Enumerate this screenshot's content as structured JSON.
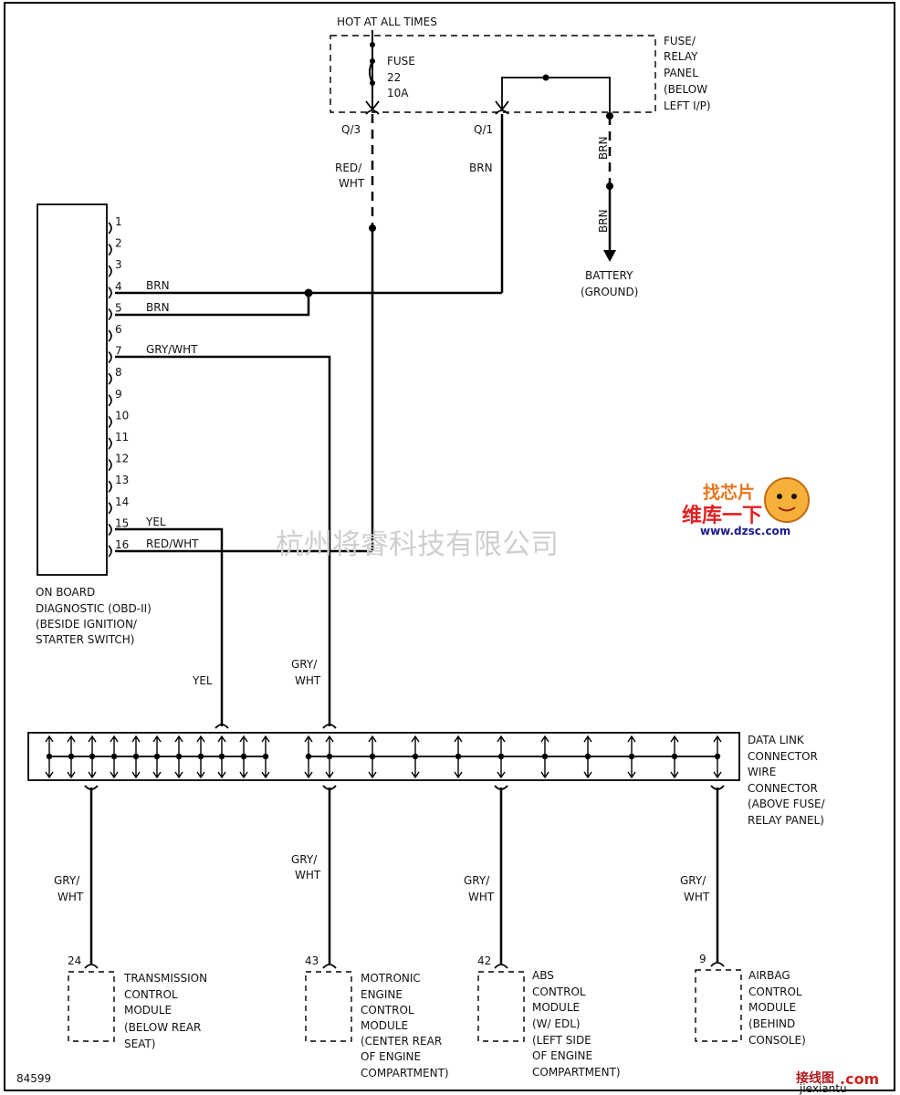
{
  "header": {
    "hot_label": "HOT AT ALL TIMES",
    "fuse_panel": [
      "FUSE/",
      "RELAY",
      "PANEL",
      "(BELOW",
      "LEFT I/P)"
    ],
    "fuse": [
      "FUSE",
      "22",
      "10A"
    ],
    "pin_q3": "Q/3",
    "pin_q1": "Q/1",
    "wire_red_wht": [
      "RED/",
      "WHT"
    ],
    "wire_brn": "BRN",
    "brn_vertical_top": "BRN",
    "brn_vertical_bottom": "BRN",
    "battery": [
      "BATTERY",
      "(GROUND)"
    ]
  },
  "obd": {
    "pins": [
      "1",
      "2",
      "3",
      "4",
      "5",
      "6",
      "7",
      "8",
      "9",
      "10",
      "11",
      "12",
      "13",
      "14",
      "15",
      "16"
    ],
    "pin_wire_labels": {
      "4": "BRN",
      "5": "BRN",
      "7": "GRY/WHT",
      "15": "YEL",
      "16": "RED/WHT"
    },
    "caption": [
      "ON BOARD",
      "DIAGNOSTIC (OBD-II)",
      "(BESIDE IGNITION/",
      "STARTER SWITCH)"
    ]
  },
  "mid_wires": {
    "yel": "YEL",
    "gry_wht": [
      "GRY/",
      "WHT"
    ]
  },
  "connector": {
    "caption": [
      "DATA LINK",
      "CONNECTOR",
      "WIRE",
      "CONNECTOR",
      "(ABOVE FUSE/",
      "RELAY PANEL)"
    ]
  },
  "modules": [
    {
      "pin": "24",
      "wire": [
        "GRY/",
        "WHT"
      ],
      "label": [
        "TRANSMISSION",
        "CONTROL",
        "MODULE",
        "(BELOW REAR",
        "SEAT)"
      ]
    },
    {
      "pin": "43",
      "wire": [
        "GRY/",
        "WHT"
      ],
      "label": [
        "MOTRONIC",
        "ENGINE",
        "CONTROL",
        "MODULE",
        "(CENTER REAR",
        "OF ENGINE",
        "COMPARTMENT)"
      ]
    },
    {
      "pin": "42",
      "wire": [
        "GRY/",
        "WHT"
      ],
      "label": [
        "ABS",
        "CONTROL",
        "MODULE",
        "(W/ EDL)",
        "(LEFT SIDE",
        "OF ENGINE",
        "COMPARTMENT)"
      ]
    },
    {
      "pin": "9",
      "wire": [
        "GRY/",
        "WHT"
      ],
      "label": [
        "AIRBAG",
        "CONTROL",
        "MODULE",
        "(BEHIND",
        "CONSOLE)"
      ]
    }
  ],
  "footer": {
    "diagram_number": "84599"
  },
  "watermarks": {
    "company": "杭州将睿科技有限公司",
    "logo_top": "找芯片",
    "logo_mid": "维库一下",
    "logo_url": "www.dzsc.com",
    "corner_cn": "接线图",
    "corner_com": ".com",
    "corner_url": "jiexiantu"
  }
}
